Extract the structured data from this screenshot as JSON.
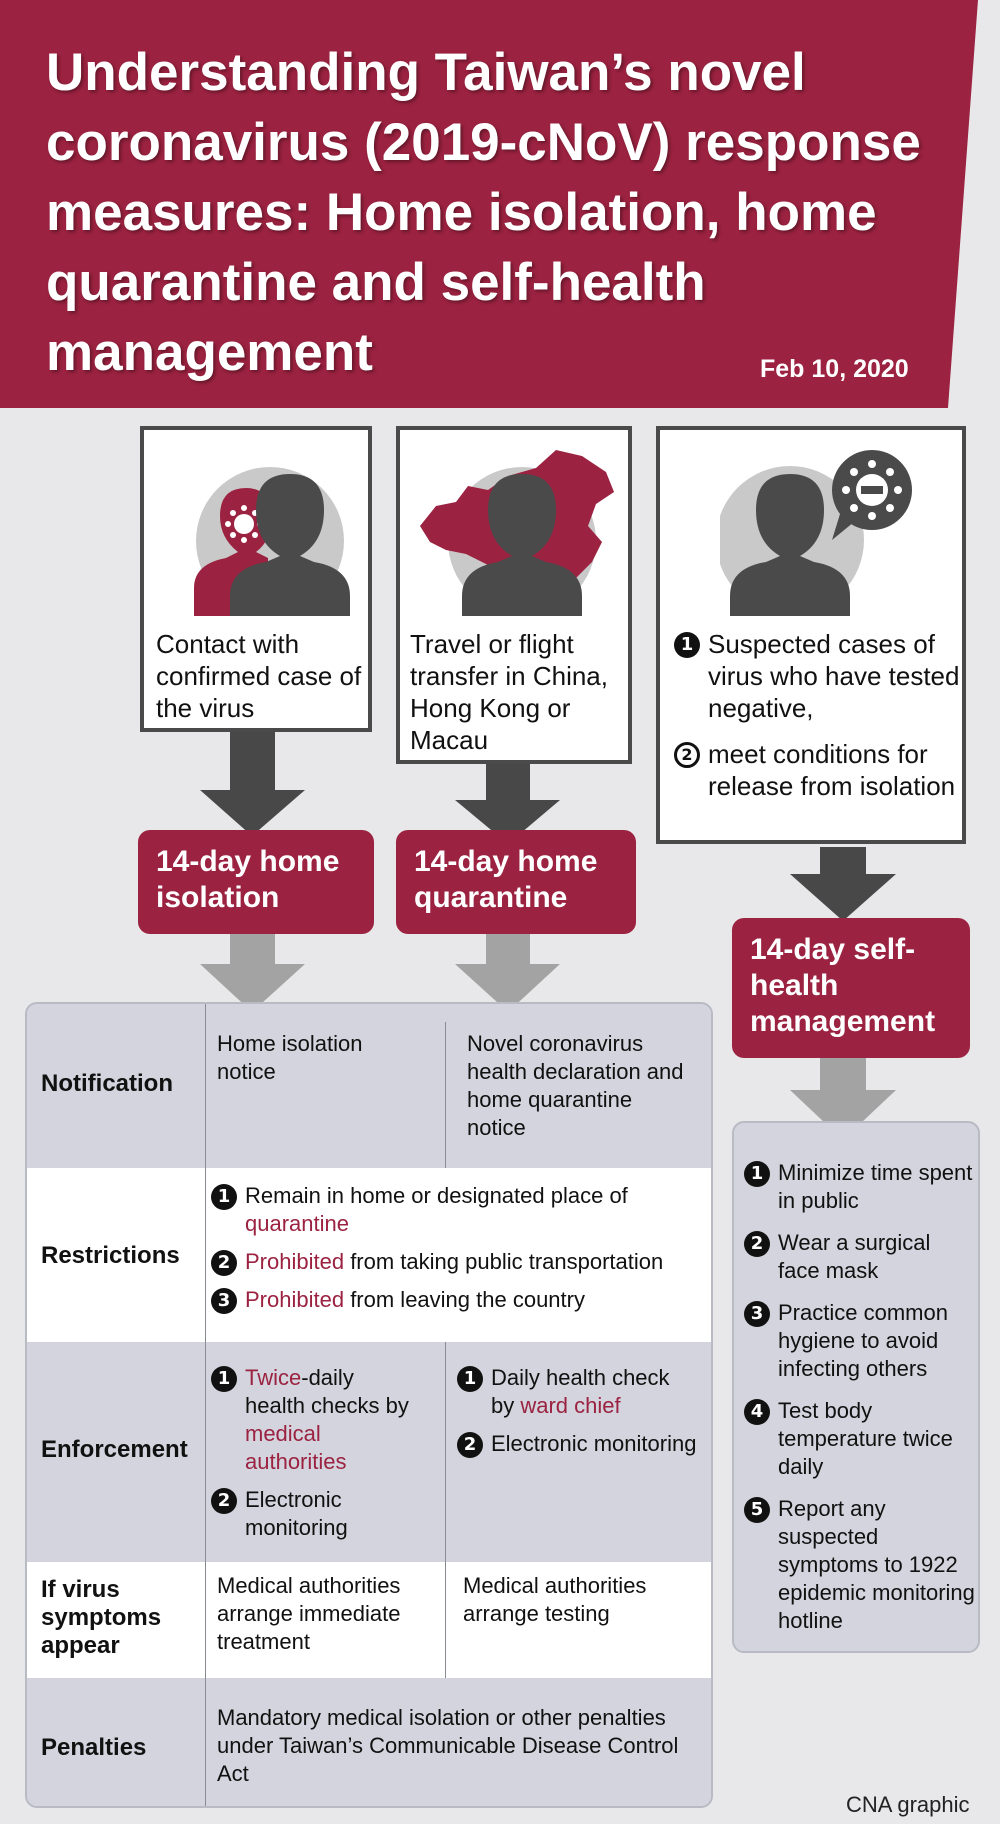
{
  "header": {
    "title": "Understanding Taiwan’s novel coronavirus (2019-cNoV) response measures: Home isolation, home quarantine and self-health management",
    "date": "Feb 10, 2020"
  },
  "colors": {
    "brand": "#9b2240",
    "dark": "#4a4a4a",
    "panel": "#d3d4dd",
    "arrow_light": "#a3a3a3"
  },
  "cards": [
    {
      "text": "Contact with confirmed case of the virus",
      "icon": "person-with-virus-icon"
    },
    {
      "text": "Travel or flight transfer in China, Hong Kong or Macau",
      "icon": "person-with-china-map-icon"
    },
    {
      "items": [
        {
          "num": "1",
          "text": "Suspected cases of virus who have tested negative,"
        },
        {
          "num": "2",
          "text": "meet conditions for release from isolation"
        }
      ],
      "icon": "person-with-virus-negative-icon"
    }
  ],
  "measures": {
    "isolation": "14-day home isolation",
    "quarantine": "14-day home quarantine",
    "self_health": "14-day self-health management"
  },
  "table": {
    "notification": {
      "label": "Notification",
      "isolation": "Home isolation notice",
      "quarantine": "Novel coronavirus health declaration and home quarantine notice"
    },
    "restrictions": {
      "label": "Restrictions",
      "items": [
        {
          "num": "1",
          "pre": "Remain in home or designated place of ",
          "hl": "quarantine",
          "post": ""
        },
        {
          "num": "2",
          "pre": "",
          "hl": "Prohibited",
          "post": " from taking public transportation"
        },
        {
          "num": "3",
          "pre": "",
          "hl": "Prohibited",
          "post": " from leaving the country"
        }
      ]
    },
    "enforcement": {
      "label": "Enforcement",
      "isolation": [
        {
          "num": "1",
          "hl1": "Twice",
          "mid": "-daily health checks by ",
          "hl2": "medical authorities"
        },
        {
          "num": "2",
          "text": "Electronic monitoring"
        }
      ],
      "quarantine": [
        {
          "num": "1",
          "pre": "Daily health check by ",
          "hl": "ward chief"
        },
        {
          "num": "2",
          "text": "Electronic monitoring"
        }
      ]
    },
    "symptoms": {
      "label": "If virus symptoms appear",
      "isolation": "Medical authorities arrange immediate treatment",
      "quarantine": "Medical authorities arrange testing"
    },
    "penalties": {
      "label": "Penalties",
      "text": "Mandatory medical isolation or other penalties under Taiwan’s Communicable Disease Control Act"
    }
  },
  "self_health_items": [
    {
      "num": "1",
      "text": "Minimize time spent in public"
    },
    {
      "num": "2",
      "text": "Wear a surgical face mask"
    },
    {
      "num": "3",
      "text": "Practice common hygiene to avoid infecting others"
    },
    {
      "num": "4",
      "text": "Test body temperature twice daily"
    },
    {
      "num": "5",
      "text": "Report any suspected symptoms to 1922 epidemic monitoring hotline"
    }
  ],
  "credit": "CNA graphic"
}
